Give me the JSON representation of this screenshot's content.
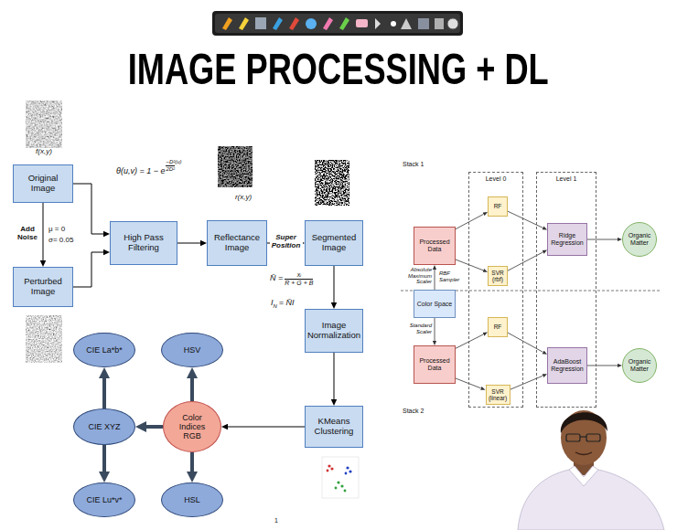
{
  "diagram": {
    "title": "IMAGE PROCESSING + DL",
    "nodes": [
      {
        "text": [
          "Original Image"
        ]
      },
      {
        "text": [
          "Perturbed Image"
        ]
      },
      {
        "text": [
          "High Pass Filtering"
        ]
      },
      {
        "text": [
          "Reflectance Image"
        ]
      },
      {
        "text": [
          "Segmented Image"
        ]
      },
      {
        "text": [
          "Image Normalization"
        ]
      },
      {
        "text": [
          "KMeans Clustering"
        ]
      },
      {
        "text": [
          "Color Indices",
          "RGB"
        ]
      },
      {
        "text": [
          "HSV"
        ]
      },
      {
        "text": [
          "HSL"
        ]
      },
      {
        "text": [
          "CIE XYZ"
        ]
      },
      {
        "text": [
          "CIE La*b*"
        ]
      },
      {
        "text": [
          "CIE Lu*v*"
        ]
      },
      {
        "text": [
          "Processed Data"
        ]
      },
      {
        "text": [
          "Color Space"
        ]
      },
      {
        "text": [
          "Processed Data"
        ]
      },
      {
        "text": [
          "Level 0"
        ]
      },
      {
        "text": [
          "RF"
        ],
        "in": 16
      },
      {
        "text": [
          "SVR (rbf)"
        ],
        "in": 16
      },
      {
        "text": [
          "RF"
        ],
        "in": 16
      },
      {
        "text": [
          "SVR (linear)"
        ],
        "in": 16
      },
      {
        "text": [
          "Level 1"
        ]
      },
      {
        "text": [
          "Ridge Regression"
        ],
        "in": 21
      },
      {
        "text": [
          "AdaBoost Regression"
        ],
        "in": 21
      },
      {
        "text": [
          "Organic Matter"
        ]
      },
      {
        "text": [
          "Organic Matter"
        ]
      }
    ],
    "edges": [
      {
        "from": 0,
        "to": 1,
        "arrow": "to",
        "label": "Add Noise"
      },
      {
        "from": 0,
        "to": 2,
        "arrow": "to"
      },
      {
        "from": 1,
        "to": 2,
        "arrow": "to"
      },
      {
        "from": 2,
        "to": 3,
        "arrow": "to"
      },
      {
        "from": 3,
        "to": 4,
        "arrow": "to",
        "label": "Super Position"
      },
      {
        "from": 4,
        "to": 5,
        "arrow": "to"
      },
      {
        "from": 5,
        "to": 6,
        "arrow": "to"
      },
      {
        "from": 6,
        "to": 7,
        "arrow": "to"
      },
      {
        "from": 7,
        "to": 8,
        "arrow": "to"
      },
      {
        "from": 7,
        "to": 9,
        "arrow": "to"
      },
      {
        "from": 7,
        "to": 10,
        "arrow": "to"
      },
      {
        "from": 10,
        "to": 11,
        "arrow": "to"
      },
      {
        "from": 10,
        "to": 12,
        "arrow": "to"
      },
      {
        "from": 14,
        "to": 13,
        "arrow": "to",
        "label": "Absolute Maximum Scaler"
      },
      {
        "from": 14,
        "to": 15,
        "arrow": "to",
        "label": "Standard Scaler"
      },
      {
        "from": 13,
        "to": 17,
        "arrow": "to"
      },
      {
        "from": 13,
        "to": 18,
        "arrow": "to"
      },
      {
        "from": 15,
        "to": 19,
        "arrow": "to"
      },
      {
        "from": 15,
        "to": 20,
        "arrow": "to"
      },
      {
        "from": 17,
        "to": 22,
        "arrow": "to"
      },
      {
        "from": 18,
        "to": 22,
        "arrow": "to"
      },
      {
        "from": 19,
        "to": 23,
        "arrow": "to"
      },
      {
        "from": 20,
        "to": 23,
        "arrow": "to"
      },
      {
        "from": 22,
        "to": 24,
        "arrow": "to"
      },
      {
        "from": 23,
        "to": 25,
        "arrow": "to"
      }
    ],
    "labels": [
      "f(x,y)",
      "μ = 0",
      "σ= 0.05",
      "θ(u,v) = 1 − e",
      "−D²(u)",
      "2D²",
      "r(x,y)",
      "N̄ =",
      "xᵢ",
      "R + G + B",
      "I",
      "N",
      "= N̄I",
      "Stack 1",
      "Stack 2",
      "RBF Sampler",
      "1"
    ]
  }
}
